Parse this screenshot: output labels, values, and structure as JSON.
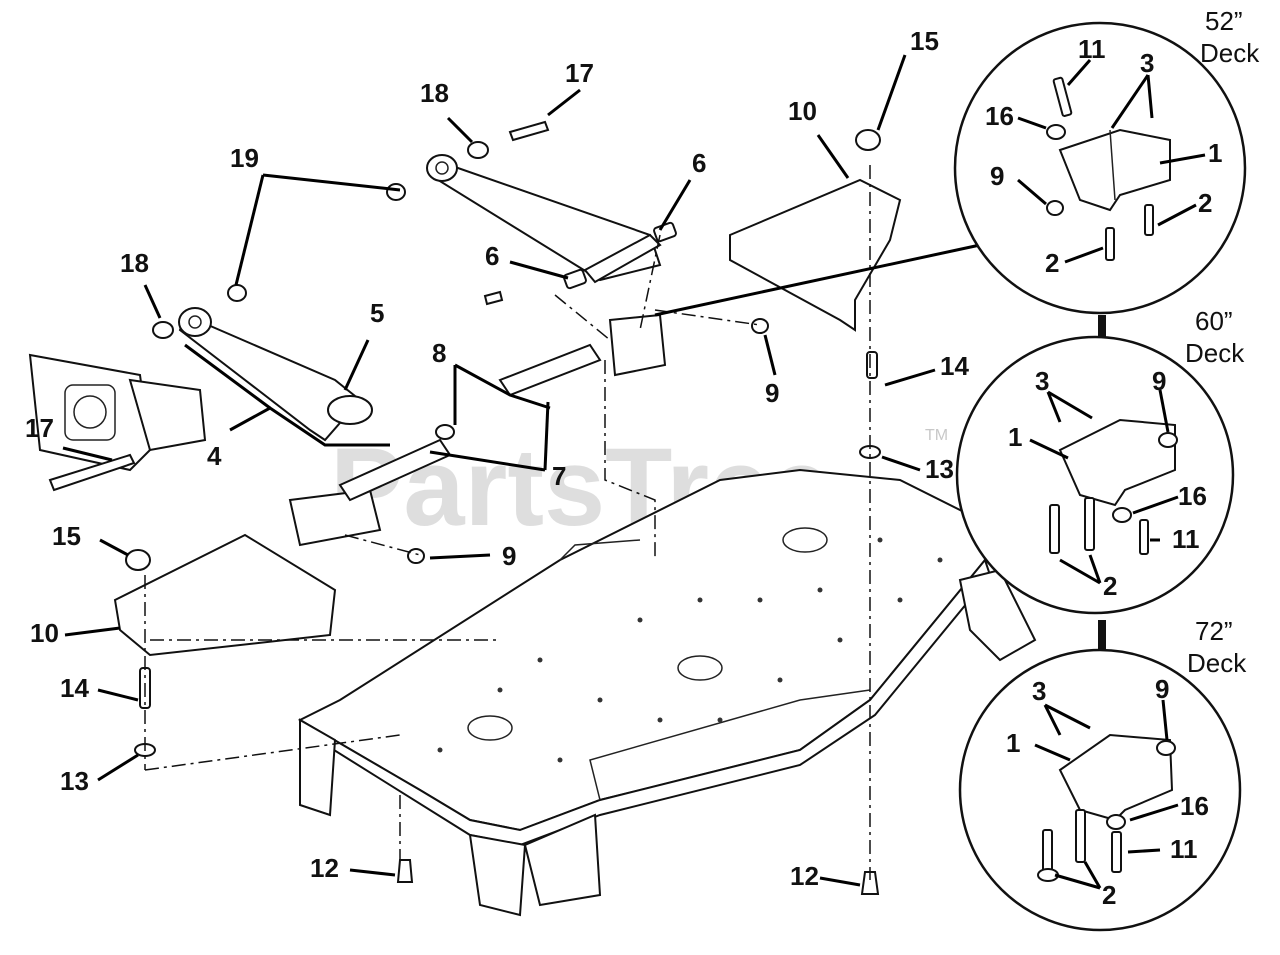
{
  "watermark": {
    "text": "PartsTree",
    "mark": "TM"
  },
  "deck_labels": [
    {
      "size": "52”",
      "word": "Deck"
    },
    {
      "size": "60”",
      "word": "Deck"
    },
    {
      "size": "72”",
      "word": "Deck"
    }
  ],
  "main_callouts": [
    "17",
    "18",
    "19",
    "18",
    "5",
    "4",
    "17",
    "6",
    "6",
    "8",
    "7",
    "9",
    "10",
    "15",
    "14",
    "13",
    "9",
    "15",
    "10",
    "14",
    "13",
    "12",
    "12"
  ],
  "inset_52_callouts": [
    "11",
    "3",
    "16",
    "1",
    "9",
    "2",
    "2"
  ],
  "inset_60_callouts": [
    "3",
    "9",
    "1",
    "16",
    "11",
    "2"
  ],
  "inset_72_callouts": [
    "3",
    "9",
    "1",
    "16",
    "11",
    "2"
  ],
  "colors": {
    "line": "#111111",
    "watermark": "#d4d4d4",
    "background": "#ffffff"
  }
}
